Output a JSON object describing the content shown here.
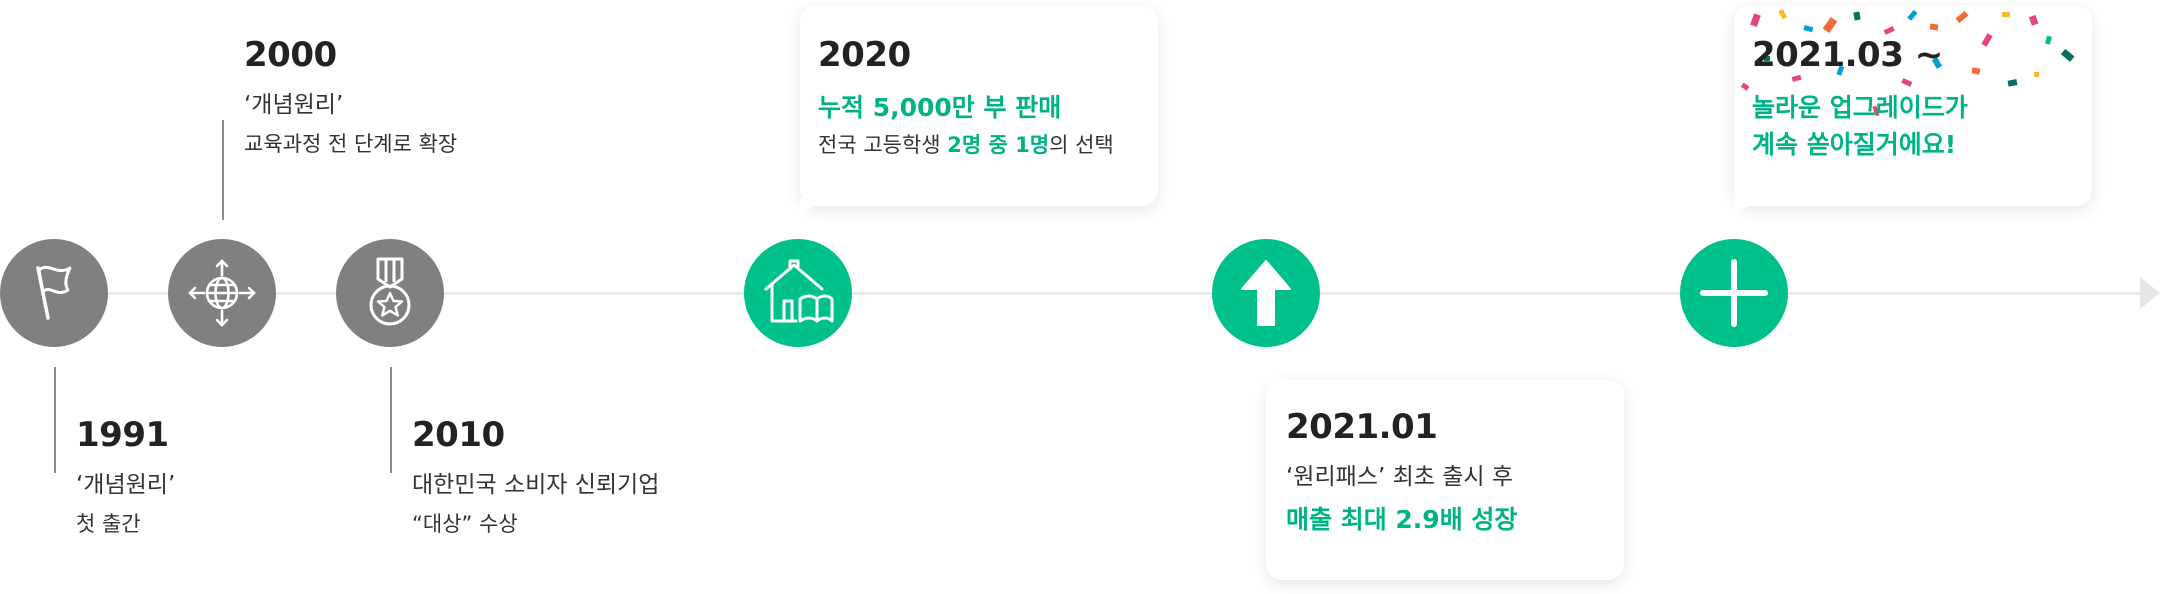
{
  "timeline": {
    "m1991": {
      "year": "1991",
      "line1": "‘개념원리’",
      "line2": "첫 출간"
    },
    "m2000": {
      "year": "2000",
      "line1": "‘개념원리’",
      "line2": "교육과정 전 단계로 확장"
    },
    "m2010": {
      "year": "2010",
      "line1": "대한민국 소비자 신뢰기업",
      "line2": "“대상” 수상"
    },
    "m2020": {
      "year": "2020",
      "highlight": "누적 5,000만 부 판매",
      "line2_pre": "전국 고등학생 ",
      "line2_em": "2명 중 1명",
      "line2_post": "의 선택"
    },
    "m202101": {
      "year": "2021.01",
      "line1": "‘원리패스’ 최초 출시 후",
      "highlight": "매출 최대 2.9배 성장"
    },
    "m202103": {
      "year": "2021.03 ~",
      "highlight1": "놀라운 업그레이드가",
      "highlight2": "계속 쏟아질거에요!"
    }
  },
  "icons": [
    "flag-icon",
    "globe-arrows-icon",
    "medal-icon",
    "house-book-icon",
    "arrow-up-icon",
    "plus-icon"
  ],
  "colors": {
    "accent": "#00c08b",
    "accent_text": "#00b386",
    "node_gray": "#808080",
    "axis": "#ebebeb"
  }
}
